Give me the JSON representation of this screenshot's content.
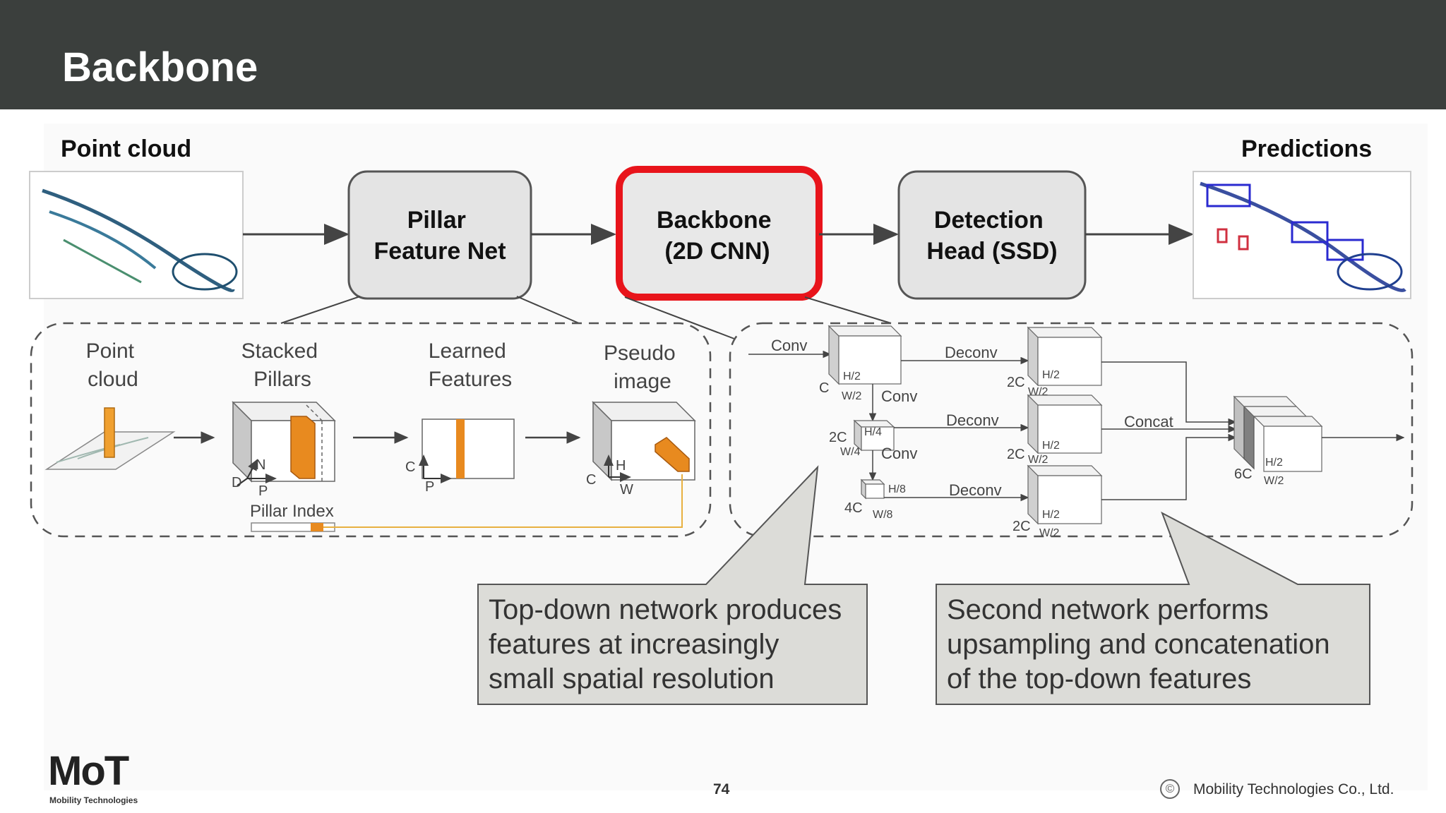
{
  "slide": {
    "title": "Backbone",
    "page_number": "74",
    "copyright": "Mobility Technologies Co., Ltd.",
    "copyright_symbol": "©"
  },
  "logo": {
    "mark": "MoT",
    "name": "Mobility Technologies"
  },
  "pipeline": {
    "input_label": "Point cloud",
    "output_label": "Predictions",
    "stage1": [
      "Pillar",
      "Feature Net"
    ],
    "stage2": [
      "Backbone",
      "(2D CNN)"
    ],
    "stage3": [
      "Detection",
      "Head (SSD)"
    ],
    "highlight_color": "#e8141b"
  },
  "pillar_detail": {
    "point_cloud": [
      "Point",
      "cloud"
    ],
    "stacked_pillars": [
      "Stacked",
      "Pillars"
    ],
    "learned_features": [
      "Learned",
      "Features"
    ],
    "pseudo_image": [
      "Pseudo",
      "image"
    ],
    "pillar_index": "Pillar Index",
    "axes": {
      "d": "D",
      "p": "P",
      "n": "N",
      "c": "C",
      "h": "H",
      "w": "W"
    }
  },
  "backbone_detail": {
    "conv": "Conv",
    "deconv": "Deconv",
    "concat": "Concat",
    "dims": {
      "c": "C",
      "c2": "2C",
      "c4": "4C",
      "c6": "6C",
      "h2": "H/2",
      "w2": "W/2",
      "h4": "H/4",
      "w4": "W/4",
      "h8": "H/8",
      "w8": "W/8"
    }
  },
  "callouts": {
    "left": [
      "Top-down network produces",
      "features at increasingly",
      "small spatial resolution"
    ],
    "right": [
      "Second network performs",
      "upsampling and concatenation",
      "of the top-down features"
    ]
  }
}
